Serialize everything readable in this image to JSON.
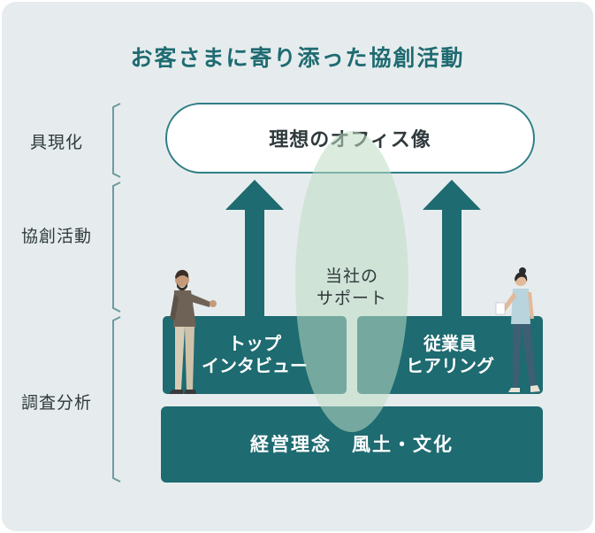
{
  "title": "お客さまに寄り添った協創活動",
  "stages": [
    {
      "label": "具現化"
    },
    {
      "label": "協創活動"
    },
    {
      "label": "調査分析"
    }
  ],
  "vision": {
    "label": "理想のオフィス像"
  },
  "blocks": {
    "top_interview": "トップ\nインタビュー",
    "employee_hearing": "従業員\nヒアリング",
    "foundation": "経営理念　風土・文化"
  },
  "support": {
    "label": "当社の\nサポート"
  },
  "colors": {
    "background": "#e6eced",
    "accent": "#1f6b72",
    "block": "#1e6b71",
    "support_oval": "#c2ddc9",
    "text_dark": "#2f3a3c",
    "bracket": "#6c9aa0"
  },
  "icons": [
    "man-presenter-figure",
    "woman-presenter-figure"
  ]
}
